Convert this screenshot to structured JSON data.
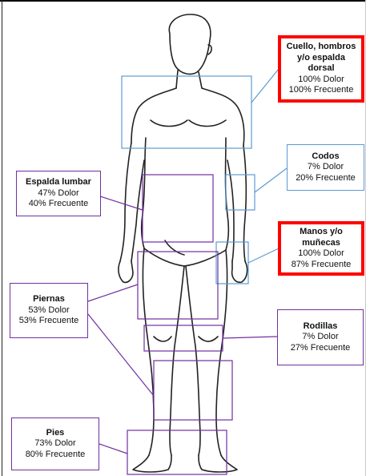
{
  "colors": {
    "blue": "#5b9bd5",
    "purple": "#7030a0",
    "red": "#ff0000",
    "figure": "#222222"
  },
  "callouts": [
    {
      "id": "cuello",
      "title": "Cuello, hombros\ny/o espalda\ndorsal",
      "dolor": "100% Dolor",
      "frecuente": "100% Frecuente",
      "border": "red"
    },
    {
      "id": "codos",
      "title": "Codos",
      "dolor": "7% Dolor",
      "frecuente": "20% Frecuente",
      "border": "blue"
    },
    {
      "id": "manos",
      "title": "Manos y/o\nmuñecas",
      "dolor": "100% Dolor",
      "frecuente": "87% Frecuente",
      "border": "red"
    },
    {
      "id": "espalda_lumbar",
      "title": "Espalda lumbar",
      "dolor": "47% Dolor",
      "frecuente": "40% Frecuente",
      "border": "purple"
    },
    {
      "id": "piernas",
      "title": "Piernas",
      "dolor": "53% Dolor",
      "frecuente": "53% Frecuente",
      "border": "purple"
    },
    {
      "id": "rodillas",
      "title": "Rodillas",
      "dolor": "7% Dolor",
      "frecuente": "27% Frecuente",
      "border": "purple"
    },
    {
      "id": "pies",
      "title": "Pies",
      "dolor": "73% Dolor",
      "frecuente": "80% Frecuente",
      "border": "purple"
    }
  ]
}
